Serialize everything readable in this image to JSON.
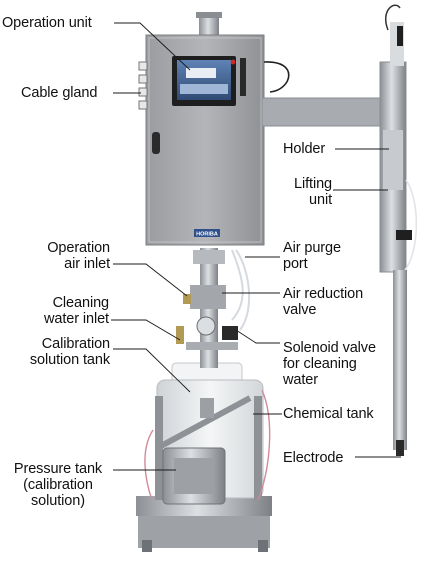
{
  "labels": {
    "operation_unit": "Operation unit",
    "cable_gland": "Cable gland",
    "operation_air_inlet": "Operation\nair inlet",
    "cleaning_water_inlet": "Cleaning\nwater inlet",
    "calibration_solution_tank": "Calibration\nsolution tank",
    "pressure_tank": "Pressure tank\n(calibration\nsolution)",
    "holder": "Holder",
    "lifting_unit": "Lifting\nunit",
    "air_purge_port": "Air purge\nport",
    "air_reduction_valve": "Air reduction\nvalve",
    "solenoid_valve": "Solenoid valve\nfor cleaning\nwater",
    "chemical_tank": "Chemical tank",
    "electrode": "Electrode"
  },
  "nameplate": "HORIBA",
  "colors": {
    "line": "#1b1b1b",
    "cabinet": "#a9abad",
    "steel": "#b8bcc0",
    "tank": "#eceff1",
    "screen": "#3f5e8a"
  }
}
